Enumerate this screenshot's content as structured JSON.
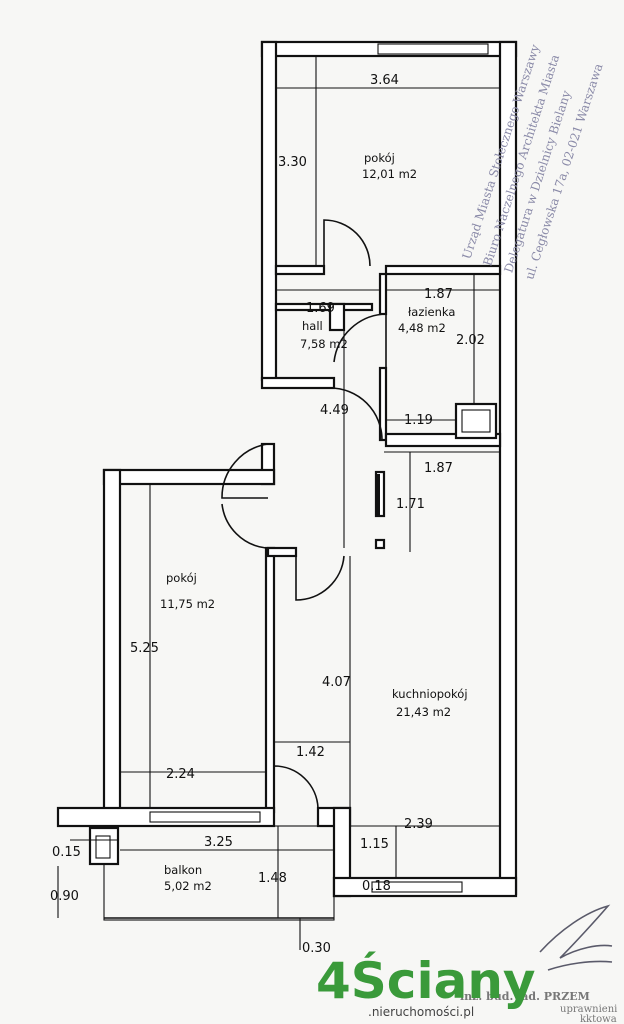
{
  "rooms": {
    "pokoj_top": {
      "name": "pokój",
      "area": "12,01 m2"
    },
    "lazienka": {
      "name": "łazienka",
      "area": "4,48 m2"
    },
    "hall": {
      "name": "hall",
      "area": "7,58 m2"
    },
    "pokoj_left": {
      "name": "pokój",
      "area": "11,75 m2"
    },
    "kuchnia": {
      "name": "kuchniopokój",
      "area": "21,43 m2"
    },
    "balkon": {
      "name": "balkon",
      "area": "5,02 m2"
    }
  },
  "dimensions": {
    "top_width": "3.64",
    "top_height": "3.30",
    "hall_width": "1.69",
    "bath_width": "1.87",
    "bath_height": "2.02",
    "hall_length": "4.49",
    "bath_niche": "1.19",
    "kitchen_top_width": "1.87",
    "kitchen_top_height": "1.71",
    "left_room_height": "5.25",
    "kitchen_length": "4.07",
    "left_room_width": "2.24",
    "door_width": "1.42",
    "balcony_width": "3.25",
    "kitchen_bottom_width": "2.39",
    "kitchen_step": "1.15",
    "left_offset": "0.15",
    "balcony_height": "1.48",
    "balcony_rail": "0.18",
    "balcony_side": "0.90",
    "bottom_offset": "0.30"
  },
  "stamp": {
    "lines": [
      "Urząd Miasta Stołecznego Warszawy",
      "Biuro Naczelnego Architekta Miasta",
      "Delegatura w Dzielnicy Bielany",
      "ul. Cegłowska 17a, 02-021 Warszawa"
    ],
    "bottom_lines": [
      "inż. bud. lad. PRZEM",
      "uprawnieni",
      "kktowa"
    ]
  },
  "brand": {
    "name": "4Ściany",
    "sub": ".nieruchomości.pl"
  }
}
